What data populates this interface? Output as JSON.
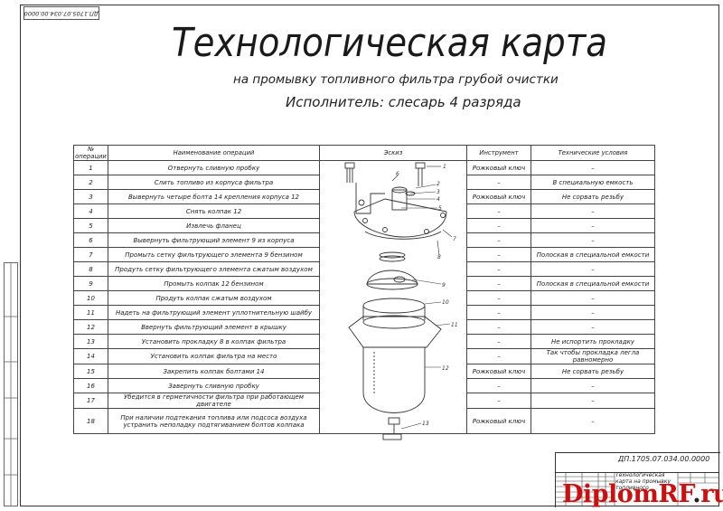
{
  "stamp_top": "ДП.1705.07.034.00.0000",
  "title": "Технологическая карта",
  "subtitle": "на промывку топливного фильтра грубой очистки",
  "executor": "Исполнитель: слесарь 4 разряда",
  "table": {
    "headers": {
      "num": "№ операции",
      "name": "Наименование операций",
      "sketch": "Эскиз",
      "tool": "Инструмент",
      "conditions": "Технические условия"
    },
    "rows": [
      {
        "num": "1",
        "name": "Отвернуть сливную пробку",
        "tool": "Рожковый ключ",
        "cond": "–"
      },
      {
        "num": "2",
        "name": "Слить топливо из корпуса фильтра",
        "tool": "–",
        "cond": "В специальную емкость"
      },
      {
        "num": "3",
        "name": "Вывернуть четыре болта 14 крепления корпуса 12",
        "tool": "Рожковый ключ",
        "cond": "Не сорвать резьбу"
      },
      {
        "num": "4",
        "name": "Снять колпак 12",
        "tool": "–",
        "cond": "–"
      },
      {
        "num": "5",
        "name": "Извлечь фланец",
        "tool": "–",
        "cond": "–"
      },
      {
        "num": "6",
        "name": "Вывернуть фильтрующий элемент 9 из корпуса",
        "tool": "–",
        "cond": "–"
      },
      {
        "num": "7",
        "name": "Промыть сетку фильтрующего элемента 9 бензином",
        "tool": "–",
        "cond": "Полоская в специальной емкости"
      },
      {
        "num": "8",
        "name": "Продуть сетку фильтрующего элемента сжатым воздухом",
        "tool": "–",
        "cond": "–"
      },
      {
        "num": "9",
        "name": "Промыть колпак 12 бензином",
        "tool": "–",
        "cond": "Полоская в специальной емкости"
      },
      {
        "num": "10",
        "name": "Продуть колпак сжатым воздухом",
        "tool": "–",
        "cond": "–"
      },
      {
        "num": "11",
        "name": "Надеть на фильтрующий элемент уплотнительную шайбу",
        "tool": "–",
        "cond": "–"
      },
      {
        "num": "12",
        "name": "Ввернуть фильтрующий элемент в крышку",
        "tool": "–",
        "cond": "–"
      },
      {
        "num": "13",
        "name": "Установить прокладку 8 в колпак фильтра",
        "tool": "–",
        "cond": "Не испортить прокладку"
      },
      {
        "num": "14",
        "name": "Установить колпак фильтра на место",
        "tool": "–",
        "cond": "Так чтобы прокладка легла равномерно"
      },
      {
        "num": "15",
        "name": "Закрепить колпак болтами 14",
        "tool": "Рожковый ключ",
        "cond": "Не сорвать резьбу"
      },
      {
        "num": "16",
        "name": "Завернуть сливную пробку",
        "tool": "–",
        "cond": "–"
      },
      {
        "num": "17",
        "name": "Убедится в герметичности фильтра при работающем двигателе",
        "tool": "–",
        "cond": "–"
      },
      {
        "num": "18",
        "name": "При наличии подтекания топлива или подсоса воздуха устранить неполадку подтягиванием болтов колпака",
        "tool": "Рожковый ключ",
        "cond": "–"
      }
    ]
  },
  "sketch_labels": [
    "1",
    "2",
    "3",
    "4",
    "5",
    "6",
    "7",
    "8",
    "9",
    "10",
    "11",
    "12",
    "13"
  ],
  "titleblock": {
    "code": "ДП.1705.07.034.00.0000",
    "name": "Технологическая карта на промывку топливного"
  },
  "watermark": {
    "main": "DiplomRF",
    "dot": ".",
    "tld": "ru"
  }
}
